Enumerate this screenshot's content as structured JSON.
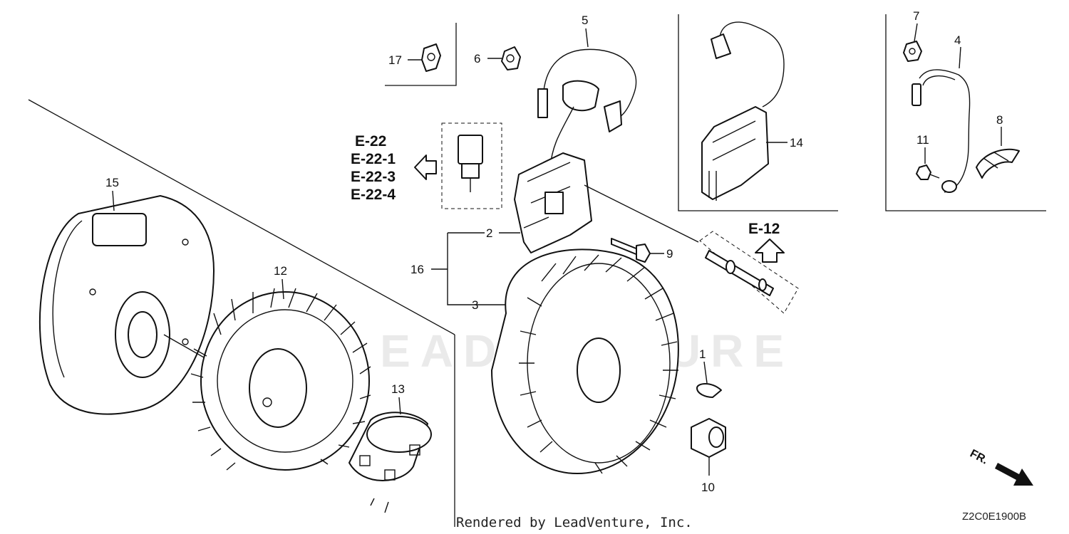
{
  "parts": {
    "p1": "1",
    "p2": "2",
    "p3": "3",
    "p4": "4",
    "p5": "5",
    "p6": "6",
    "p7": "7",
    "p8": "8",
    "p9": "9",
    "p10": "10",
    "p11": "11",
    "p12": "12",
    "p13": "13",
    "p14": "14",
    "p15": "15",
    "p16": "16",
    "p17": "17"
  },
  "refs": {
    "e22": "E-22",
    "e22_1": "E-22-1",
    "e22_3": "E-22-3",
    "e22_4": "E-22-4",
    "e12": "E-12"
  },
  "watermark": "LEADVENTURE",
  "direction_label": "FR.",
  "footer": "Rendered by LeadVenture, Inc.",
  "diagram_code": "Z2C0E1900B",
  "icons": {
    "direction": "arrow-right-down-icon",
    "reference": "hollow-arrow-icon"
  }
}
